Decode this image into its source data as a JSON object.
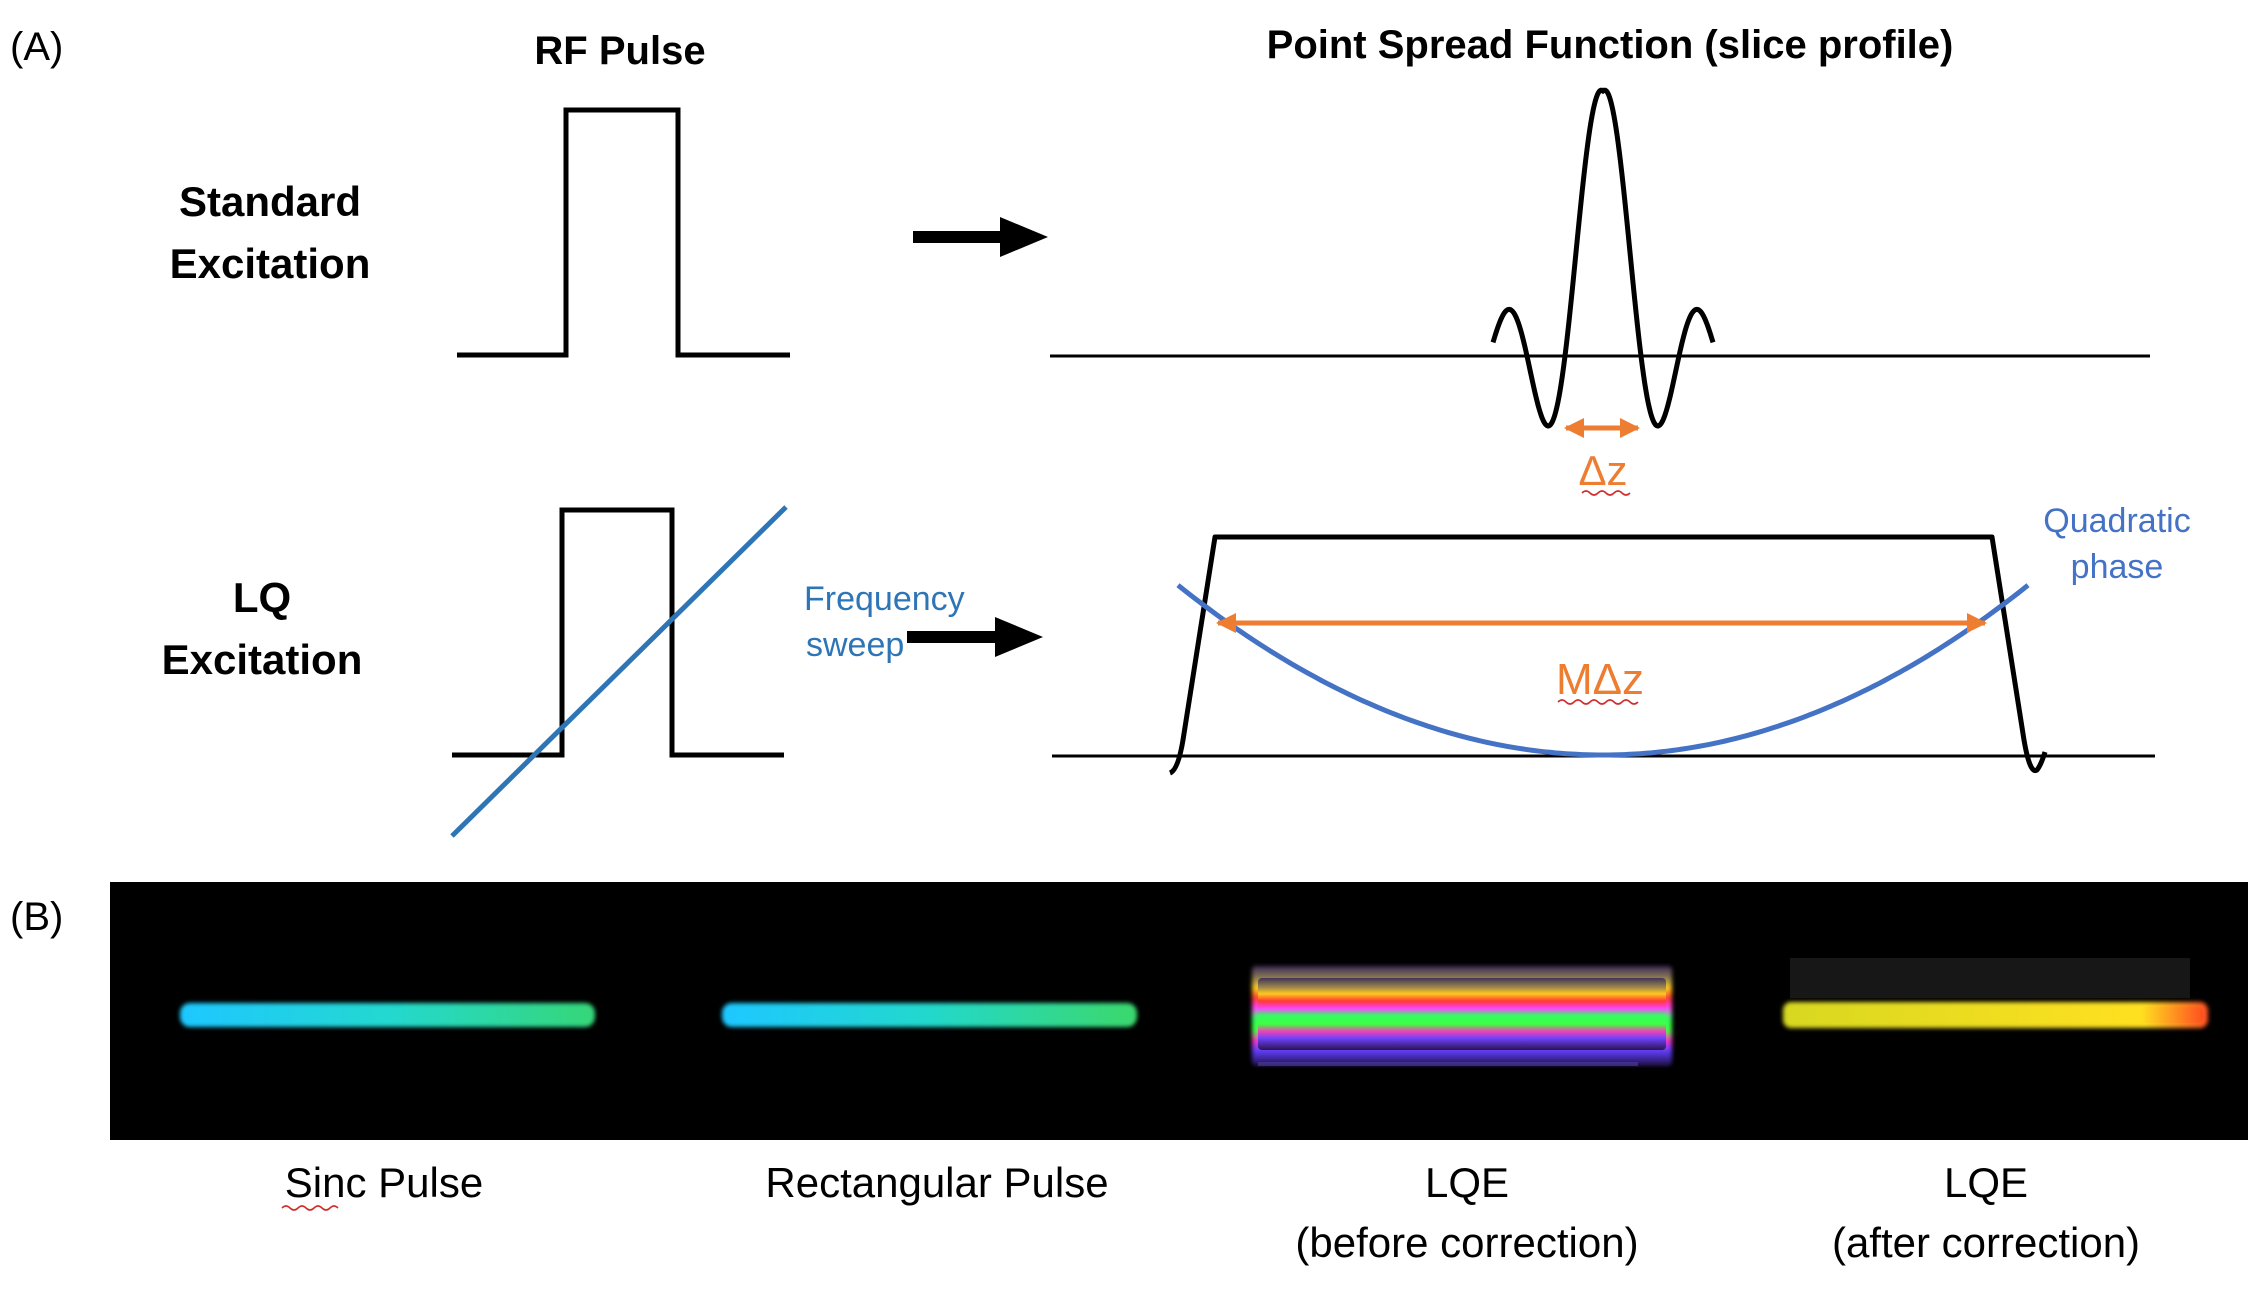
{
  "panel_a": {
    "label": "(A)",
    "col_rf_title": "RF Pulse",
    "col_psf_title": "Point Spread Function (slice profile)",
    "row_standard": {
      "line1": "Standard",
      "line2": "Excitation"
    },
    "row_lq": {
      "line1": "LQ",
      "line2": "Excitation"
    },
    "freq_sweep": {
      "line1": "Frequency",
      "line2": "sweep"
    },
    "quad_phase": {
      "line1": "Quadratic",
      "line2": "phase"
    },
    "delta_z": "Δz",
    "m_delta_z": "MΔz"
  },
  "panel_b": {
    "label": "(B)",
    "captions": [
      {
        "line1": "Sinc Pulse",
        "line2": ""
      },
      {
        "line1": "Rectangular Pulse",
        "line2": ""
      },
      {
        "line1": "LQE",
        "line2": "(before correction)"
      },
      {
        "line1": "LQE",
        "line2": "(after correction)"
      }
    ]
  },
  "colors": {
    "line": "#000000",
    "sweep": "#2e75b6",
    "quadratic": "#4472c4",
    "annotation": "#ed7d31",
    "image_bg": "#000000"
  }
}
